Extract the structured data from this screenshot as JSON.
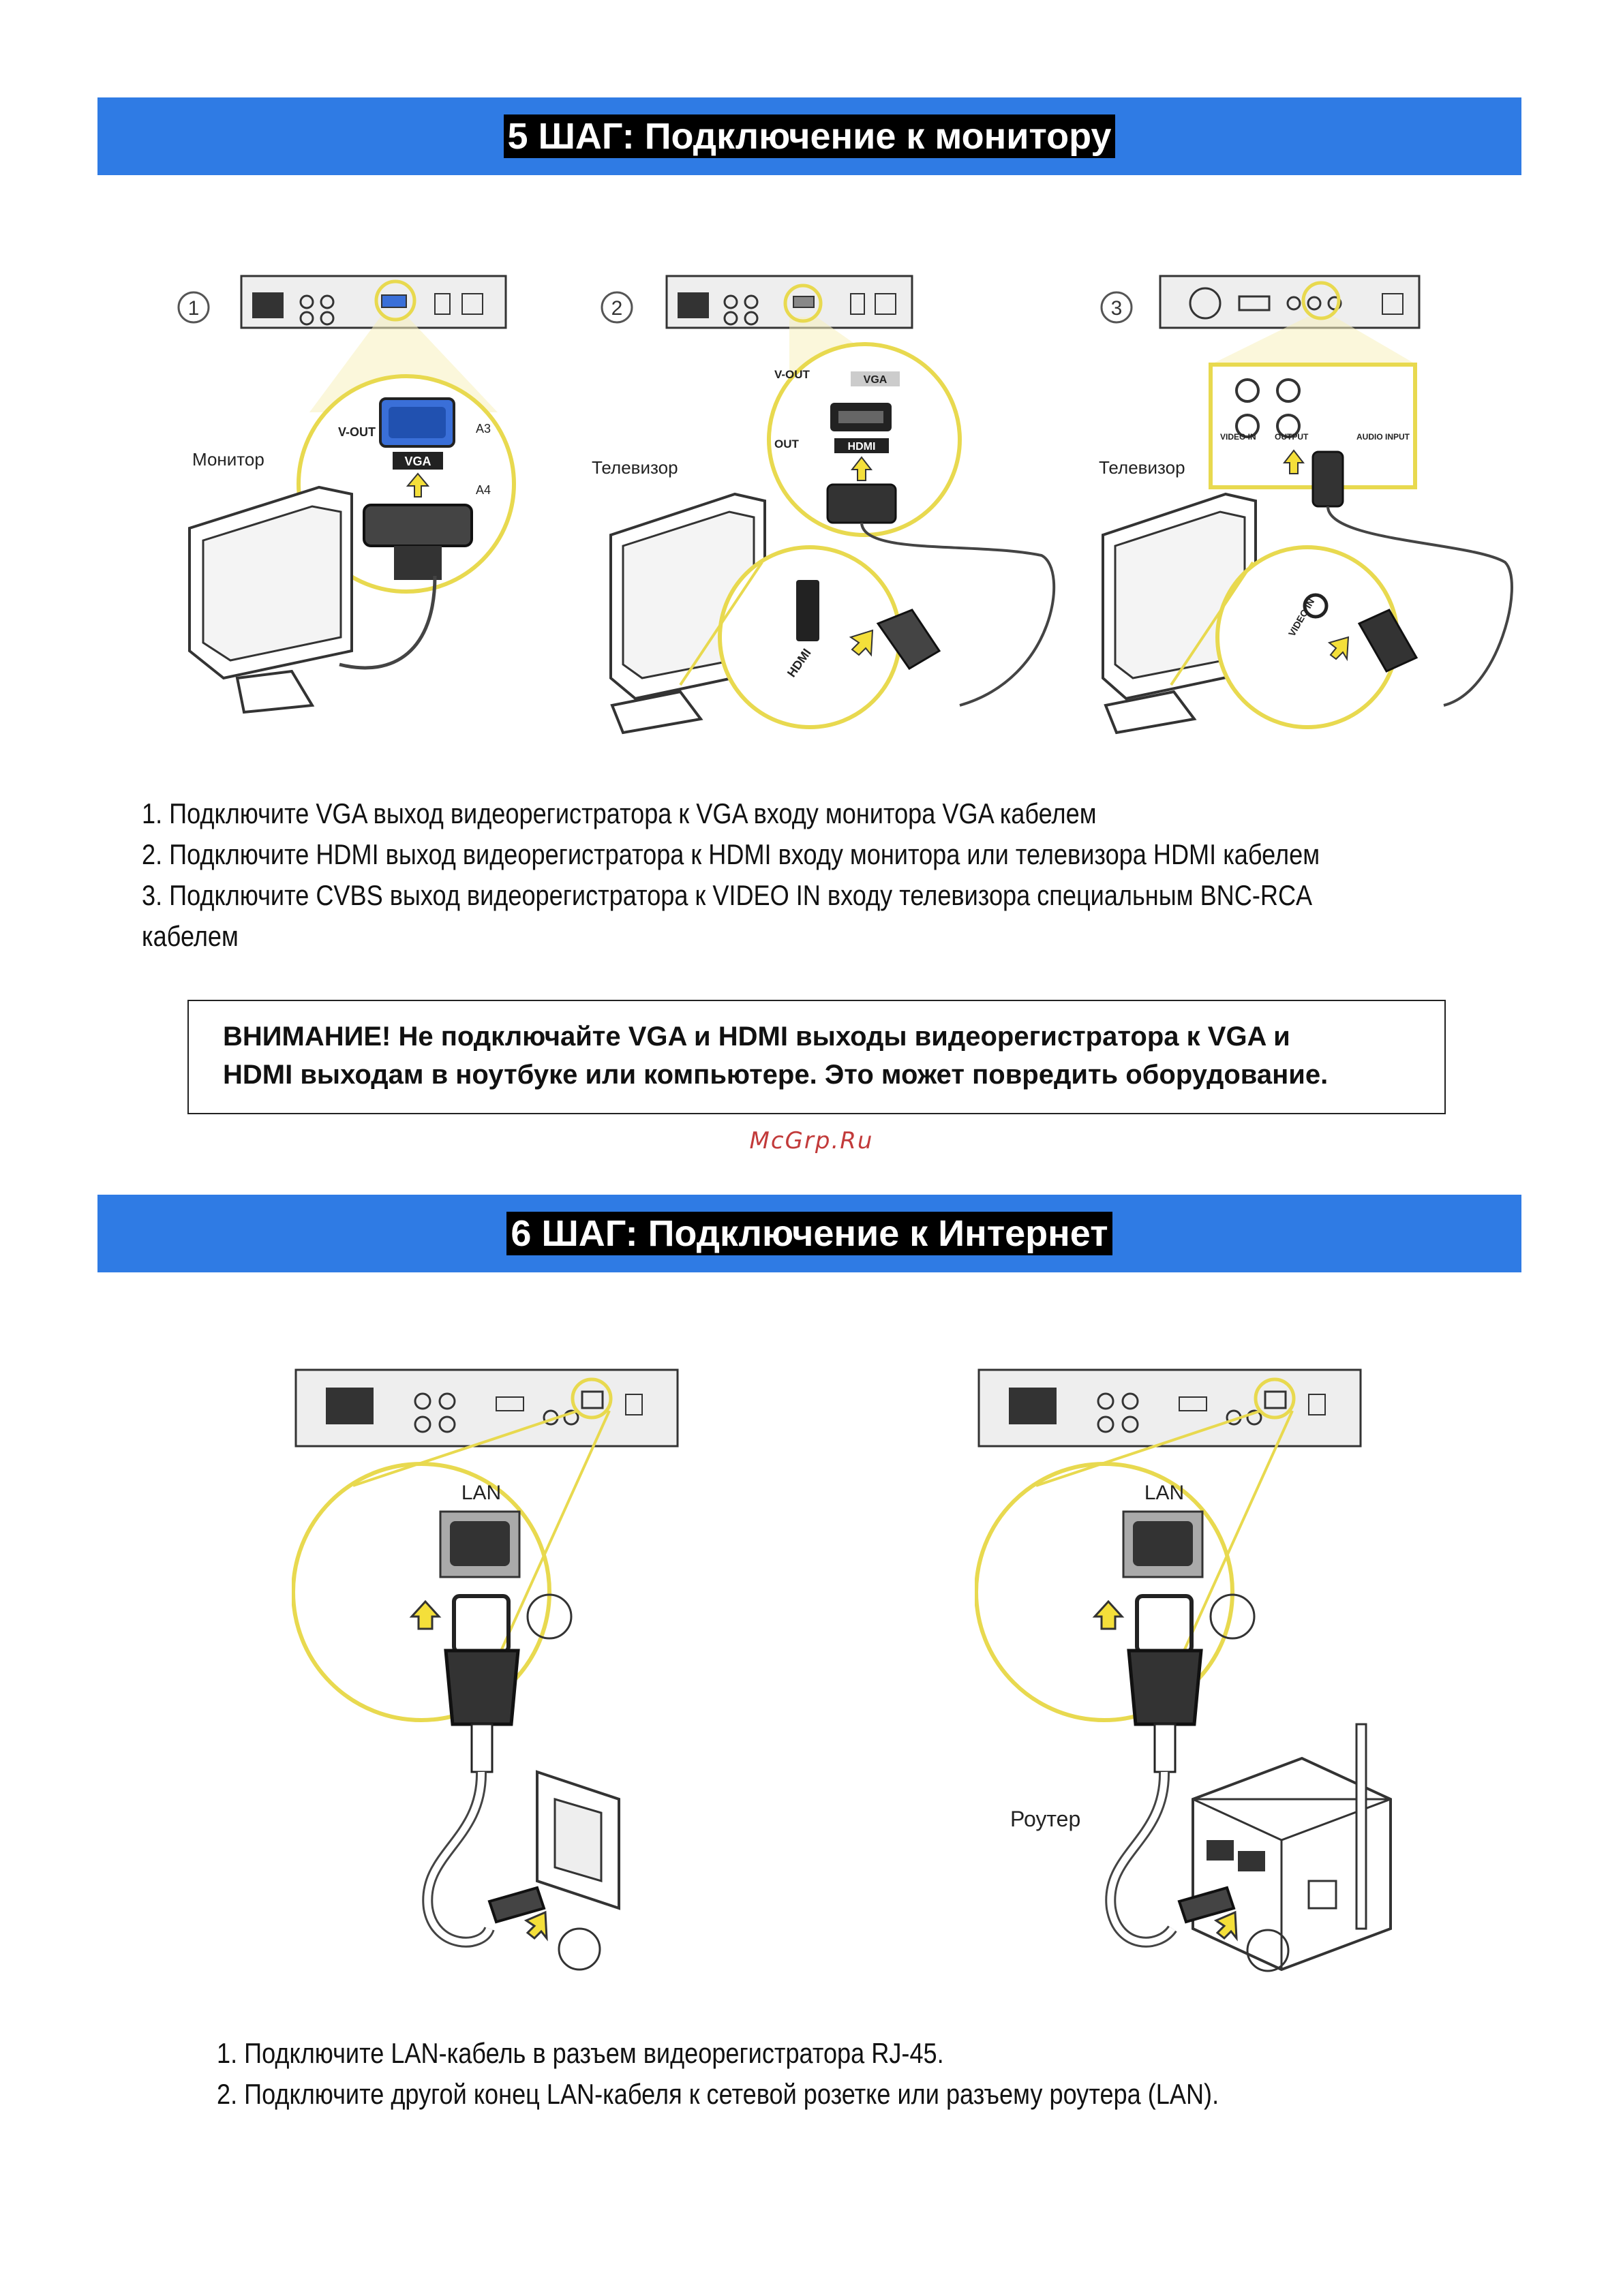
{
  "section5": {
    "title": "5 ШАГ:  Подключение к монитору",
    "panels": [
      {
        "number": "1",
        "device_label": "Монитор",
        "port_top": "V-OUT",
        "port_main": "VGA",
        "side_a": "A3",
        "side_b": "A4"
      },
      {
        "number": "2",
        "device_label": "Телевизор",
        "port_top": "V-OUT",
        "port_vga": "VGA",
        "port_out": "OUT",
        "port_main": "HDMI",
        "tv_port": "HDMI"
      },
      {
        "number": "3",
        "device_label": "Телевизор",
        "video_in": "VIDEO IN",
        "output": "OUTPUT",
        "audio_input": "AUDIO INPUT",
        "tv_port": "VIDEO IN"
      }
    ],
    "instructions": [
      "1. Подключите VGA выход видеорегистратора к VGA входу монитора VGA кабелем",
      "2. Подключите HDMI выход видеорегистратора к HDMI входу монитора или телевизора HDMI кабелем",
      "3. Подключите CVBS выход видеорегистратора к VIDEO IN входу телевизора специальным BNC-RCA",
      "кабелем"
    ],
    "warning_lines": [
      "ВНИМАНИЕ! Не подключайте VGA и HDMI выходы видеорегистратора к VGA и",
      "HDMI выходам в ноутбуке или компьютере. Это может повредить оборудование."
    ]
  },
  "watermark": "McGrp.Ru",
  "section6": {
    "title": "6 ШАГ: Подключение к Интернет",
    "panels": [
      {
        "port_label": "LAN"
      },
      {
        "port_label": "LAN",
        "router_label": "Роутер"
      }
    ],
    "instructions": [
      "1. Подключите LAN-кабель в разъем видеорегистратора RJ-45.",
      "2. Подключите другой конец LAN-кабеля к сетевой розетке или разъему роутера (LAN)."
    ]
  },
  "colors": {
    "banner": "#2f7be4",
    "highlight": "#efe27a",
    "arrow": "#f4df3a"
  }
}
